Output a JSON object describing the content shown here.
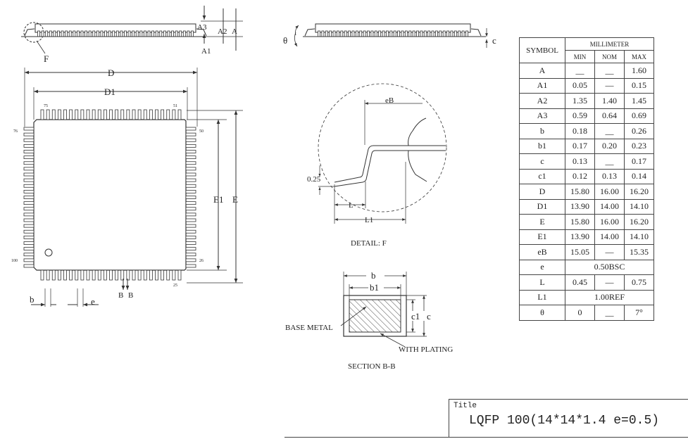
{
  "top_view": {
    "label_D": "D",
    "label_D1": "D1",
    "label_E": "E",
    "label_E1": "E1",
    "label_b": "b",
    "label_e": "e",
    "label_B1": "B",
    "label_B2": "B",
    "pin_75": "75",
    "pin_51": "51",
    "pin_76": "76",
    "pin_50": "50",
    "pin_100": "100",
    "pin_26": "26",
    "pin_25": "25"
  },
  "side_view": {
    "label_F": "F",
    "label_A": "A",
    "label_A1": "A1",
    "label_A2": "A2",
    "label_A3": "A3",
    "label_theta": "θ",
    "label_c": "c"
  },
  "detail_f": {
    "label_eB": "eB",
    "label_025": "0.25",
    "label_L": "L",
    "label_L1": "L1",
    "caption": "DETAIL:  F"
  },
  "section_bb": {
    "label_b": "b",
    "label_b1": "b1",
    "label_c1": "c1",
    "label_c": "c",
    "base_metal": "BASE METAL",
    "with_plating": "WITH PLATING",
    "caption": "SECTION B-B"
  },
  "table": {
    "symbol_header": "SYMBOL",
    "unit_header": "MILLIMETER",
    "col_headers": [
      "MIN",
      "NOM",
      "MAX"
    ],
    "rows": [
      {
        "symbol": "A",
        "min": "__",
        "nom": "__",
        "max": "1.60"
      },
      {
        "symbol": "A1",
        "min": "0.05",
        "nom": "—",
        "max": "0.15"
      },
      {
        "symbol": "A2",
        "min": "1.35",
        "nom": "1.40",
        "max": "1.45"
      },
      {
        "symbol": "A3",
        "min": "0.59",
        "nom": "0.64",
        "max": "0.69"
      },
      {
        "symbol": "b",
        "min": "0.18",
        "nom": "__",
        "max": "0.26"
      },
      {
        "symbol": "b1",
        "min": "0.17",
        "nom": "0.20",
        "max": "0.23"
      },
      {
        "symbol": "c",
        "min": "0.13",
        "nom": "__",
        "max": "0.17"
      },
      {
        "symbol": "c1",
        "min": "0.12",
        "nom": "0.13",
        "max": "0.14"
      },
      {
        "symbol": "D",
        "min": "15.80",
        "nom": "16.00",
        "max": "16.20"
      },
      {
        "symbol": "D1",
        "min": "13.90",
        "nom": "14.00",
        "max": "14.10"
      },
      {
        "symbol": "E",
        "min": "15.80",
        "nom": "16.00",
        "max": "16.20"
      },
      {
        "symbol": "E1",
        "min": "13.90",
        "nom": "14.00",
        "max": "14.10"
      },
      {
        "symbol": "eB",
        "min": "15.05",
        "nom": "—",
        "max": "15.35"
      },
      {
        "symbol": "e",
        "span": "0.50BSC"
      },
      {
        "symbol": "L",
        "min": "0.45",
        "nom": "—",
        "max": "0.75"
      },
      {
        "symbol": "L1",
        "span": "1.00REF"
      },
      {
        "symbol": "θ",
        "min": "0",
        "nom": "__",
        "max": "7°"
      }
    ]
  },
  "title_block": {
    "label": "Title",
    "value": "LQFP  100(14*14*1.4   e=0.5)"
  }
}
